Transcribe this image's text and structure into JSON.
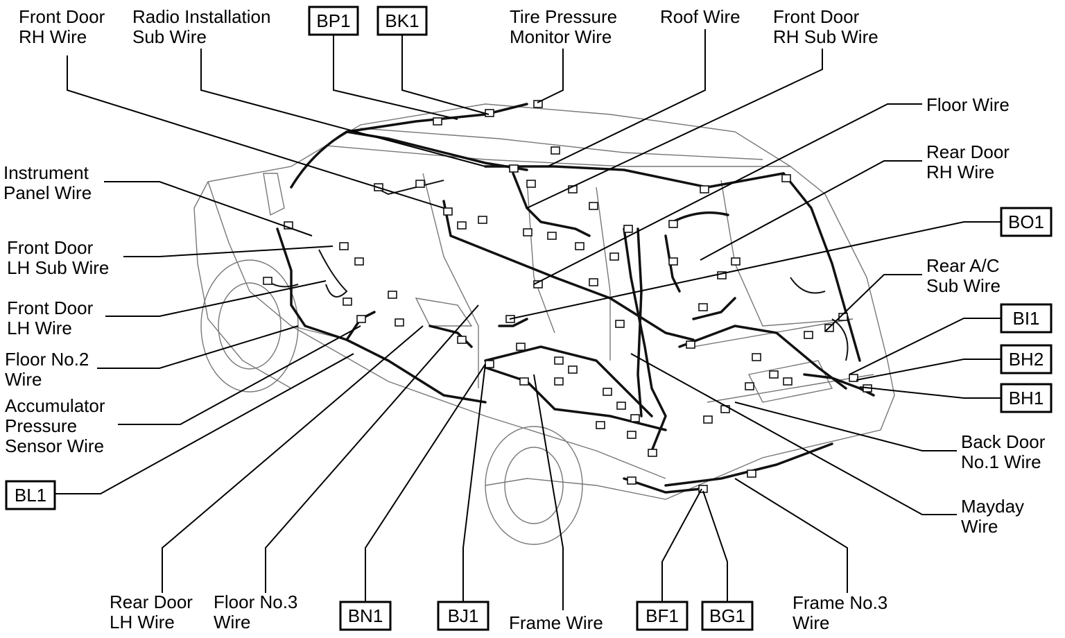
{
  "labels": {
    "front_door_rh_wire": [
      "Front Door",
      "RH Wire"
    ],
    "radio_installation_sub_wire": [
      "Radio Installation",
      "Sub Wire"
    ],
    "tire_pressure_monitor_wire": [
      "Tire Pressure",
      "Monitor Wire"
    ],
    "roof_wire": [
      "Roof Wire"
    ],
    "front_door_rh_sub_wire": [
      "Front Door",
      "RH Sub Wire"
    ],
    "floor_wire": [
      "Floor Wire"
    ],
    "rear_door_rh_wire": [
      "Rear Door",
      "RH Wire"
    ],
    "instrument_panel_wire": [
      "Instrument",
      "Panel Wire"
    ],
    "front_door_lh_sub_wire": [
      "Front Door",
      "LH Sub Wire"
    ],
    "front_door_lh_wire": [
      "Front Door",
      "LH Wire"
    ],
    "floor_no2_wire": [
      "Floor No.2",
      "Wire"
    ],
    "accumulator_pressure_sensor_wire": [
      "Accumulator",
      "Pressure",
      "Sensor Wire"
    ],
    "rear_ac_sub_wire": [
      "Rear A/C",
      "Sub Wire"
    ],
    "back_door_no1_wire": [
      "Back Door",
      "No.1 Wire"
    ],
    "mayday_wire": [
      "Mayday",
      "Wire"
    ],
    "rear_door_lh_wire": [
      "Rear Door",
      "LH Wire"
    ],
    "floor_no3_wire": [
      "Floor No.3",
      "Wire"
    ],
    "frame_wire": [
      "Frame Wire"
    ],
    "frame_no3_wire": [
      "Frame No.3",
      "Wire"
    ]
  },
  "codes": {
    "bp1": "BP1",
    "bk1": "BK1",
    "bo1": "BO1",
    "bi1": "BI1",
    "bh2": "BH2",
    "bh1": "BH1",
    "bl1": "BL1",
    "bn1": "BN1",
    "bj1": "BJ1",
    "bf1": "BF1",
    "bg1": "BG1"
  }
}
